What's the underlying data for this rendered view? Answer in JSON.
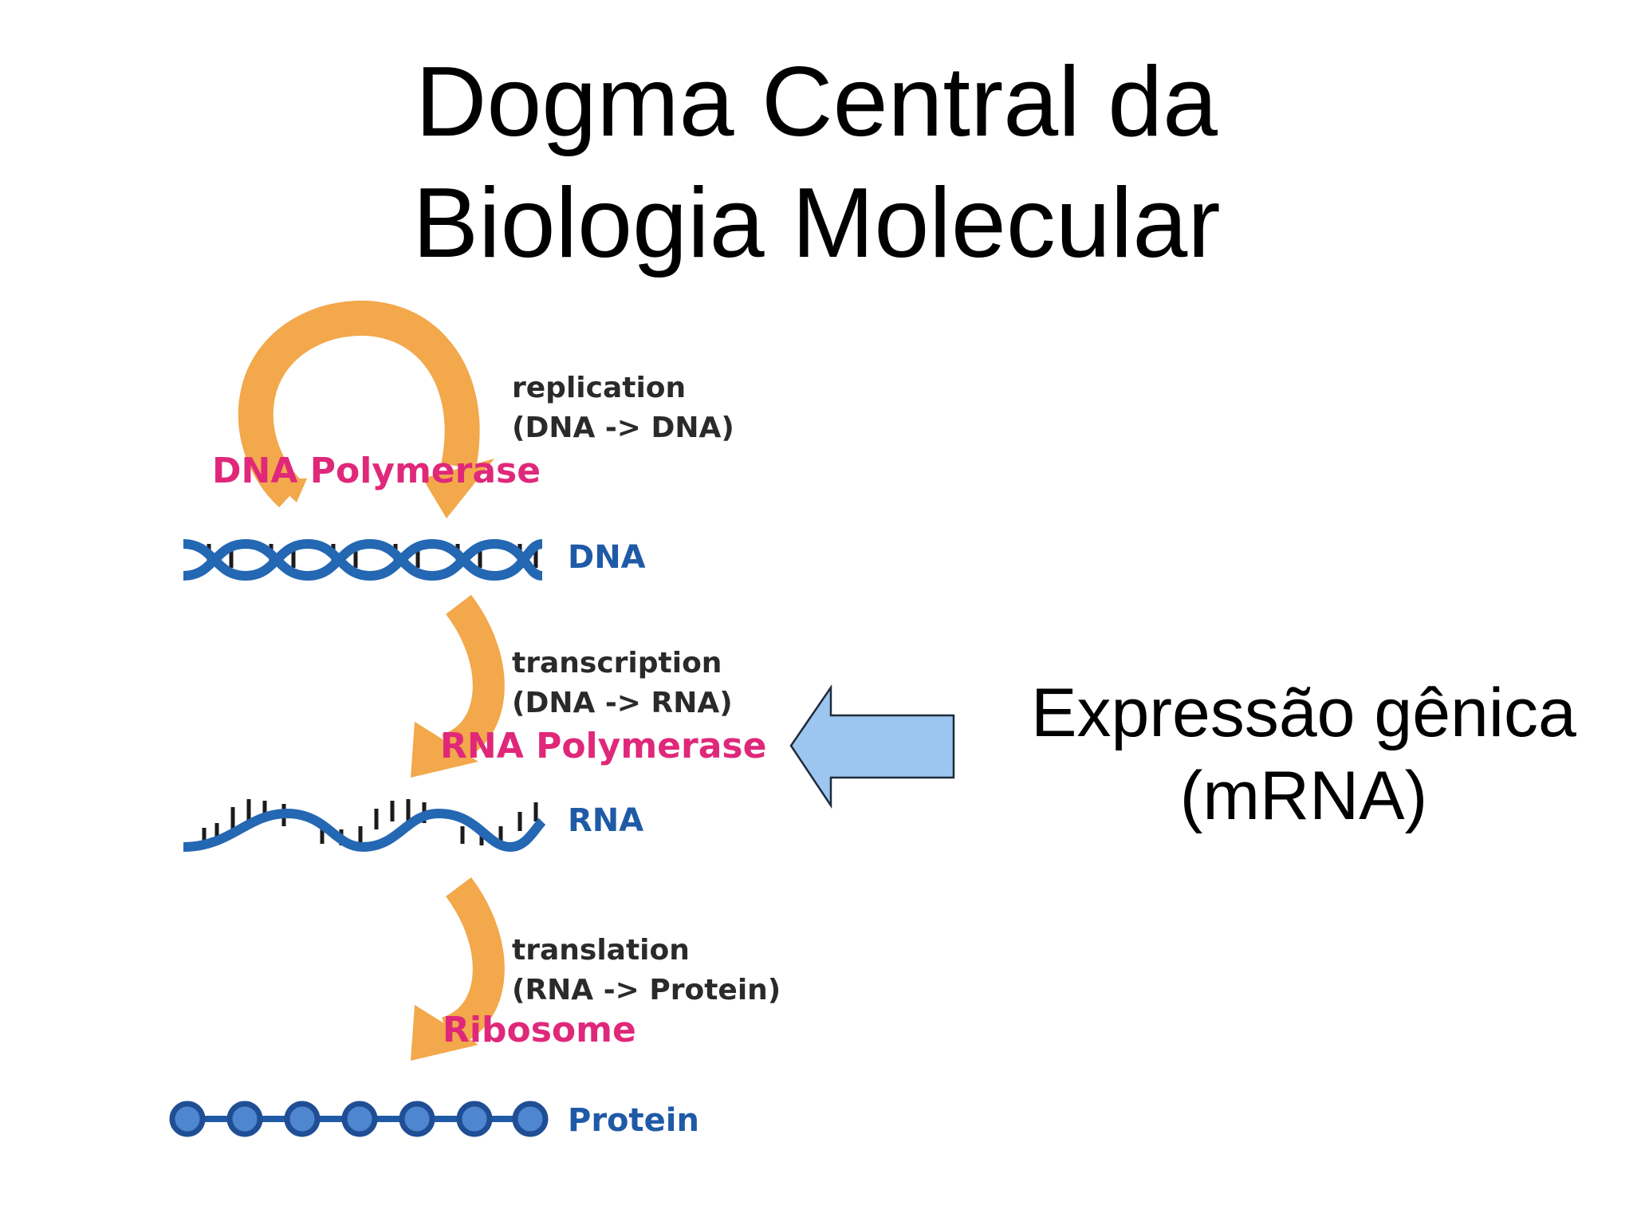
{
  "slide": {
    "title_line1": "Dogma Central da",
    "title_line2": "Biologia Molecular",
    "side_note_line1": "Expressão gênica",
    "side_note_line2": "(mRNA)"
  },
  "diagram": {
    "replication": {
      "process": "replication",
      "direction": "(DNA -> DNA)",
      "enzyme": "DNA Polymerase"
    },
    "dna": {
      "label": "DNA"
    },
    "transcription": {
      "process": "transcription",
      "direction": "(DNA -> RNA)",
      "enzyme": "RNA Polymerase"
    },
    "rna": {
      "label": "RNA"
    },
    "translation": {
      "process": "translation",
      "direction": "(RNA -> Protein)",
      "enzyme": "Ribosome"
    },
    "protein": {
      "label": "Protein"
    }
  },
  "colors": {
    "arrow_orange": "#F2A84B",
    "enzyme_magenta": "#E0287A",
    "molecule_blue": "#1F5AA6",
    "helix_blue": "#2467B3",
    "pointer_fill": "#9CC6F0",
    "pointer_stroke": "#1E2B3A"
  }
}
